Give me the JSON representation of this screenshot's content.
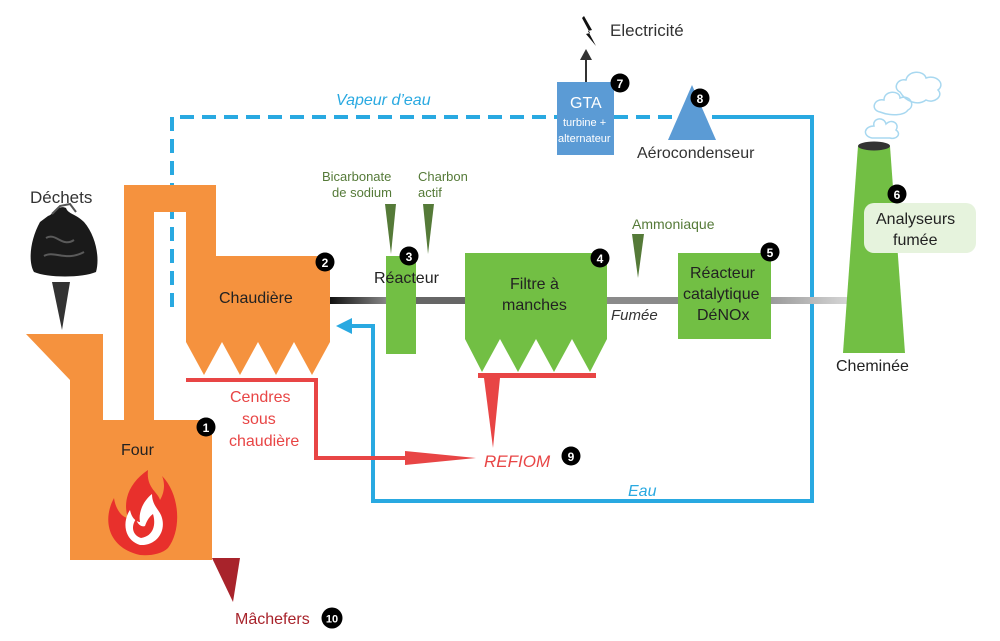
{
  "colors": {
    "orange": "#F5923E",
    "green": "#72BF44",
    "dark_green": "#557A38",
    "blue": "#29A9E1",
    "steel_blue": "#5B9BD5",
    "red": "#E84545",
    "dark_red": "#A8232B",
    "label_dark": "#333333"
  },
  "labels": {
    "dechets": "Déchets",
    "four": "Four",
    "chaudiere": "Chaudière",
    "cendres_line1": "Cendres",
    "cendres_line2": "sous",
    "cendres_line3": "chaudière",
    "bicarbonate_line1": "Bicarbonate",
    "bicarbonate_line2": "de sodium",
    "charbon_line1": "Charbon",
    "charbon_line2": "actif",
    "reacteur": "Réacteur",
    "filtre_line1": "Filtre à",
    "filtre_line2": "manches",
    "ammoniaque": "Ammoniaque",
    "fumee": "Fumée",
    "denox_line1": "Réacteur",
    "denox_line2": "catalytique",
    "denox_line3": "DéNOx",
    "cheminee": "Cheminée",
    "analyseurs_line1": "Analyseurs",
    "analyseurs_line2": "fumée",
    "gta_title": "GTA",
    "gta_line2": "turbine +",
    "gta_line3": "alternateur",
    "electricite": "Electricité",
    "aerocondenseur": "Aérocondenseur",
    "vapeur": "Vapeur d’eau",
    "eau": "Eau",
    "refiom": "REFIOM",
    "machefers": "Mâchefers"
  },
  "badges": [
    "1",
    "2",
    "3",
    "4",
    "5",
    "6",
    "7",
    "8",
    "9",
    "10"
  ],
  "icons": {
    "waste_bag": "garbage-bag-icon",
    "flame": "flame-icon",
    "lightning": "lightning-icon",
    "smoke": "smoke-cloud-icon"
  }
}
